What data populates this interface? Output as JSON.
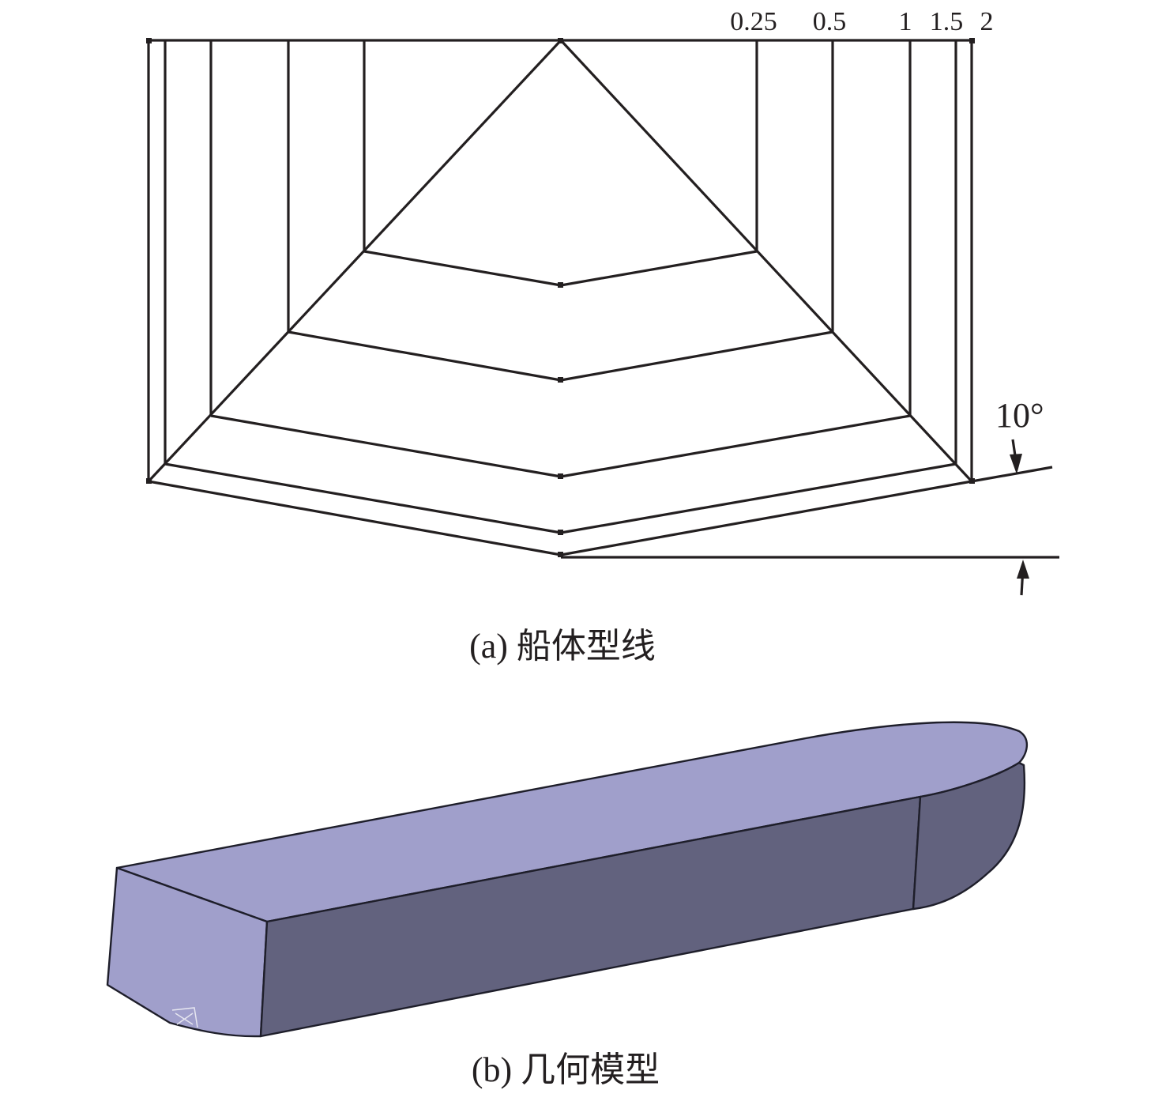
{
  "hull_lines": {
    "waterline_labels": [
      "0.25",
      "0.5",
      "1",
      "1.5",
      "2"
    ],
    "deadrise_angle": "10°",
    "caption": "(a) 船体型线"
  },
  "geometry_model": {
    "caption": "(b) 几何模型",
    "colors": {
      "deck": "#a09fcb",
      "transom": "#a09fcb",
      "side": "#62627e",
      "bow_side": "#62627e",
      "edge": "#1e1e2a"
    }
  }
}
